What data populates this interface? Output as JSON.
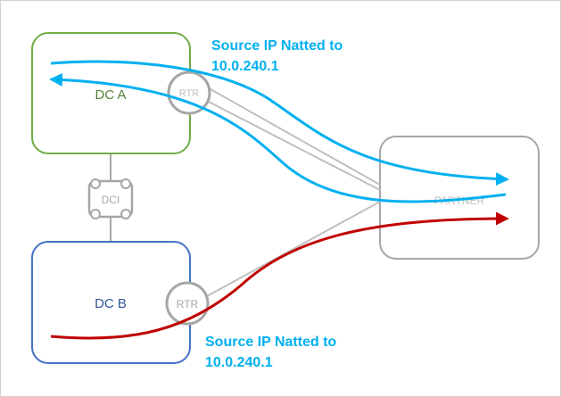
{
  "dc_a": {
    "label": "DC A",
    "color": "#548235"
  },
  "dc_b": {
    "label": "DC B",
    "color": "#2e5597"
  },
  "dci": {
    "label": "DCI"
  },
  "rtr_a": {
    "label": "RTR"
  },
  "rtr_b": {
    "label": "RTR"
  },
  "partner": {
    "label": "PARTNER"
  },
  "nat_top": {
    "line1": "Source IP Natted to",
    "line2": "10.0.240.1"
  },
  "nat_bottom": {
    "line1": "Source IP Natted to",
    "line2": "10.0.240.1"
  },
  "colors": {
    "flow_blue": "#00b0f0",
    "flow_red": "#c00000",
    "gray": "#a6a6a6",
    "text_blue": "#00b0f0"
  }
}
